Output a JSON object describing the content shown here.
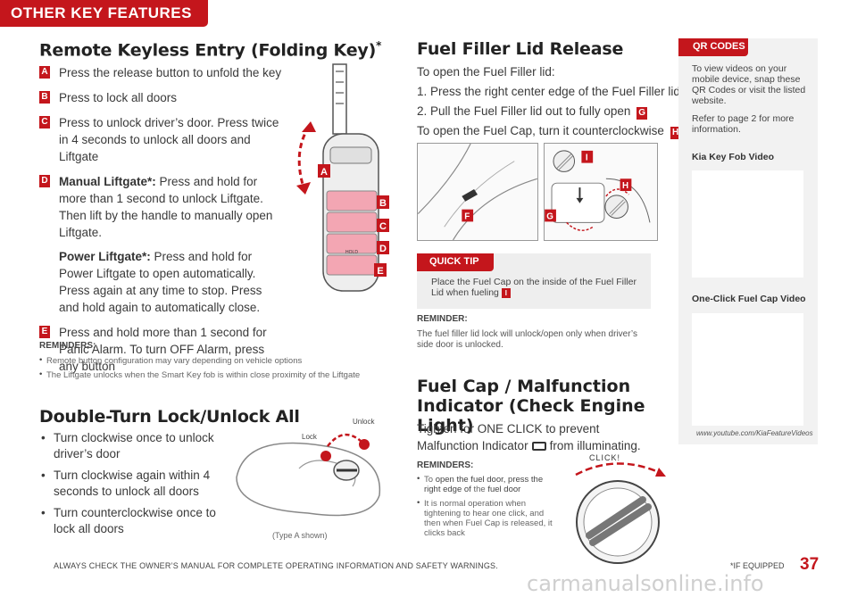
{
  "header": {
    "section_tab": "OTHER KEY FEATURES"
  },
  "remote": {
    "title": "Remote Keyless Entry (Folding Key)",
    "title_mark": "*",
    "steps": [
      {
        "badge": "A",
        "text": "Press the release button to unfold the key"
      },
      {
        "badge": "B",
        "text": "Press to lock all doors"
      },
      {
        "badge": "C",
        "text": "Press to unlock driver’s door. Press twice in 4 seconds to unlock all doors and Liftgate"
      },
      {
        "badge": "D",
        "bold1": "Manual Liftgate*:",
        "text1": " Press and hold for more than 1 second to unlock Liftgate. Then lift by the handle to manually open Liftgate.",
        "bold2": "Power Liftgate*:",
        "text2": " Press and hold for Power Liftgate to open automatically. Press again at any time to stop. Press and hold again to automatically close."
      },
      {
        "badge": "E",
        "text": "Press and hold more than 1 second for Panic Alarm. To turn OFF Alarm, press any button"
      }
    ],
    "figure_labels": {
      "a": "A",
      "b": "B",
      "c": "C",
      "d": "D",
      "e": "E",
      "hold": "HOLD"
    },
    "reminders_title": "REMINDERS:",
    "reminders": [
      "Remote button configuration may vary depending on vehicle options",
      "The Liftgate unlocks when the Smart Key fob is within close proximity of the Liftgate"
    ]
  },
  "double_turn": {
    "title": "Double-Turn Lock/Unlock All",
    "bullets": [
      "Turn clockwise once to unlock driver’s door",
      "Turn clockwise again within 4 seconds to unlock all doors",
      "Turn counterclockwise once to lock all doors"
    ],
    "figure_unlock": "Unlock",
    "figure_lock": "Lock",
    "figure_caption": "(Type A shown)"
  },
  "fuel_filler": {
    "title": "Fuel Filler Lid Release",
    "lines": [
      {
        "text": "To open the Fuel Filler lid:",
        "badge": ""
      },
      {
        "text": "1. Press the right center edge of the Fuel Filler lid",
        "badge": "F"
      },
      {
        "text": "2. Pull the Fuel Filler lid out to fully open",
        "badge": "G"
      },
      {
        "text": "To open the Fuel Cap, turn it counterclockwise",
        "badge": "H"
      }
    ],
    "figure_labels": {
      "f": "F",
      "g": "G",
      "h": "H",
      "i": "I"
    },
    "quick_tip_label": "QUICK TIP",
    "quick_tip_text": "Place the Fuel Cap on the inside of the Fuel Filler Lid when fueling",
    "quick_tip_badge": "I",
    "reminder_title": "REMINDER:",
    "reminder_text": "The fuel filler lid lock will unlock/open only when driver’s side door is unlocked."
  },
  "fuel_cap": {
    "title": "Fuel Cap / Malfunction Indicator (Check Engine Light)",
    "text_before": "Tighten for ONE CLICK to prevent Malfunction Indicator",
    "text_after": "from illuminating.",
    "reminders_title": "REMINDERS:",
    "reminders": [
      {
        "text1": "To ",
        "text2": "open the fuel door, press the right edge of ",
        "text3": "the ",
        "text4": "fuel door"
      },
      {
        "text1": "It is normal operation when tightening to hear one click, and then when Fuel Cap is released, it clicks back"
      }
    ],
    "figure_click": "CLICK!"
  },
  "qr": {
    "label": "QR CODES",
    "text1": "To view videos on your mobile device, snap these QR Codes or visit the listed website.",
    "text2": "Refer to page 2 for more information.",
    "video1": "Kia Key Fob Video",
    "video2": "One-Click Fuel Cap Video",
    "url": "www.youtube.com/KiaFeatureVideos"
  },
  "footer": {
    "warning": "ALWAYS CHECK THE OWNER’S MANUAL FOR COMPLETE OPERATING INFORMATION AND SAFETY WARNINGS.",
    "if_equipped": "*IF EQUIPPED",
    "page": "37",
    "watermark": "carmanualsonline.info"
  },
  "colors": {
    "accent": "#c4161c",
    "key_buttons": "#f3a6b3",
    "panel": "#f2f2f2"
  }
}
